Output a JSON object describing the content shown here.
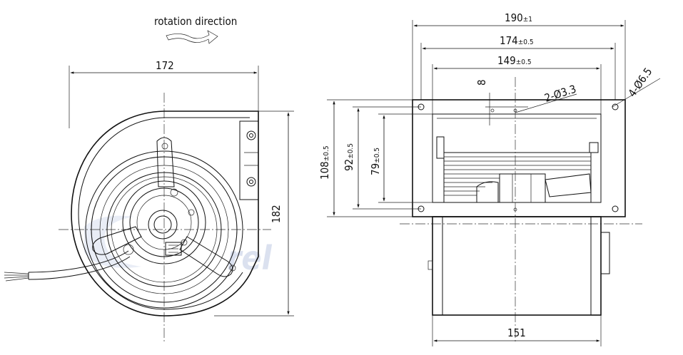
{
  "labels": {
    "rotation": "rotation direction",
    "front_width": "172",
    "front_height": "182",
    "overall_width_main": "190",
    "overall_width_tol": "±1",
    "mid_width_main": "174",
    "mid_width_tol": "±0.5",
    "inner_width_main": "149",
    "inner_width_tol": "±0.5",
    "small_gap": "8",
    "mount_holes": "2-Ø3.3",
    "corner_holes": "4-Ø6.5",
    "h108_main": "108",
    "h108_tol": "±0.5",
    "h92_main": "92",
    "h92_tol": "±0.5",
    "h79_main": "79",
    "h79_tol": "±0.5",
    "bottom_width": "151",
    "watermark": "rel"
  }
}
